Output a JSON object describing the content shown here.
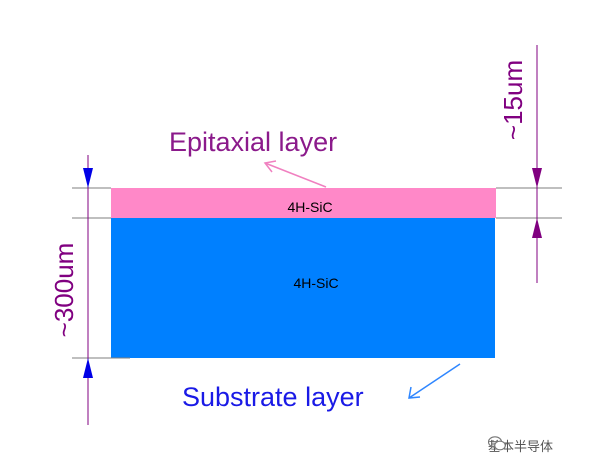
{
  "diagram": {
    "epitaxial_layer_label": "Epitaxial layer",
    "substrate_layer_label": "Substrate layer",
    "epi_material": "4H-SiC",
    "substrate_material": "4H-SiC",
    "epi_thickness": "~15um",
    "substrate_thickness": "~300um"
  },
  "watermark": {
    "text": "基本半导体"
  },
  "colors": {
    "epi_fill": "#FF88C8",
    "substrate_fill": "#0080FF",
    "epi_text": "#8B1A8B",
    "substrate_text": "#1A1AE6",
    "dimension_line": "#800080",
    "arrow_blue": "#0000E6",
    "arrow_pink": "#F080C0",
    "arrow_substrate": "#2E86FF",
    "ext_line": "#7F7F7F"
  },
  "icons": {
    "watermark": "wechat-icon"
  }
}
